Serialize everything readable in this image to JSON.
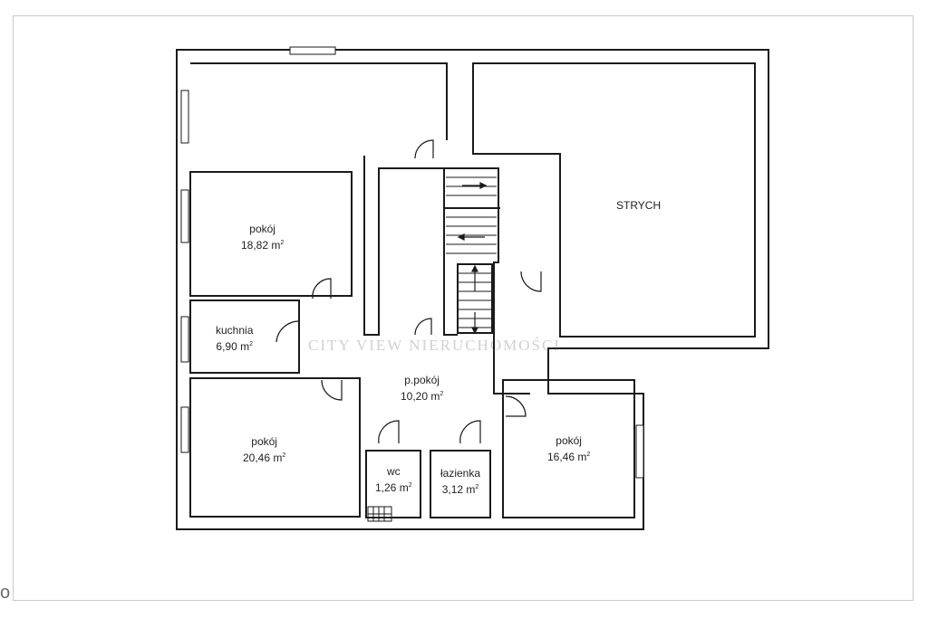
{
  "rooms": {
    "strych": {
      "name": "STRYCH"
    },
    "pokoj_1": {
      "name": "pokój",
      "area": "18,82 m"
    },
    "kuchnia": {
      "name": "kuchnia",
      "area": "6,90 m"
    },
    "pokoj_2": {
      "name": "pokój",
      "area": "20,46 m"
    },
    "ppokoj": {
      "name": "p.pokój",
      "area": "10,20 m"
    },
    "wc": {
      "name": "wc",
      "area": "1,26 m"
    },
    "lazienka": {
      "name": "łazienka",
      "area": "3,12 m"
    },
    "pokoj_3": {
      "name": "pokój",
      "area": "16,46 m"
    }
  },
  "area_unit_superscript": "2",
  "watermark": "CITY VIEW NIERUCHOMOŚCI",
  "corner_tag": "o",
  "colors": {
    "wall": "#1a1a1a",
    "watermark": "#b0b0b0",
    "frame": "#c9c9c9"
  }
}
